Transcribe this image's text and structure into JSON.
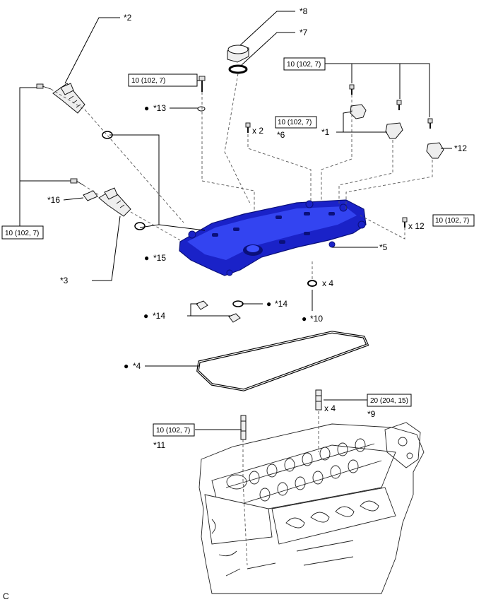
{
  "torque_specs": {
    "spec_a": "10 (102, 7)",
    "spec_b": "20 (204, 15)"
  },
  "callouts": {
    "c1": "*1",
    "c2": "*2",
    "c3": "*3",
    "c4": "*4",
    "c5": "*5",
    "c6": "*6",
    "c7": "*7",
    "c8": "*8",
    "c9": "*9",
    "c10": "*10",
    "c11": "*11",
    "c12": "*12",
    "c13": "*13",
    "c14": "*14",
    "c15": "*15",
    "c16": "*16"
  },
  "quantities": {
    "x2": "x 2",
    "x12": "x 12",
    "x4": "x 4"
  },
  "bullet": "●",
  "figure_code": "C",
  "colors": {
    "cover_fill": "#1a22c8",
    "cover_highlight": "#3c50ff",
    "cover_shadow": "#0a0f7a",
    "line": "#000000",
    "hidden_line": "#555555"
  }
}
